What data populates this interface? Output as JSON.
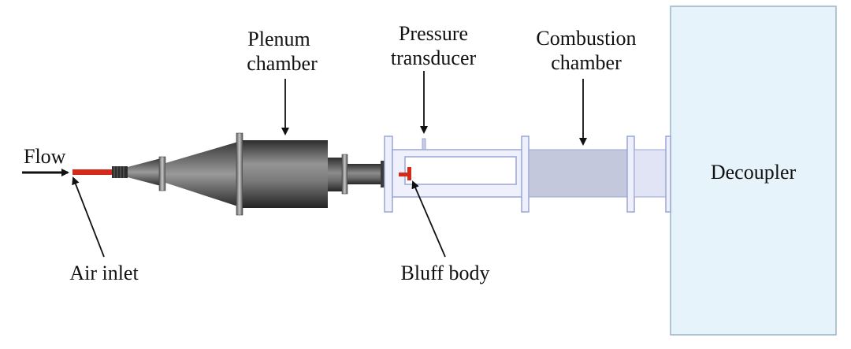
{
  "labels": {
    "flow": "Flow",
    "air_inlet": "Air inlet",
    "plenum_line1": "Plenum",
    "plenum_line2": "chamber",
    "pressure_line1": "Pressure",
    "pressure_line2": "transducer",
    "combustion_line1": "Combustion",
    "combustion_line2": "chamber",
    "bluff_body": "Bluff body",
    "decoupler": "Decoupler"
  },
  "colors": {
    "inlet_red": "#d42a1a",
    "metal_dark": "#4a4a4a",
    "metal_light": "#bdbdbd",
    "glass_outline": "#9aa6d4",
    "glass_fill": "#eef0fb",
    "combustion_fill": "#c3c8dd",
    "decoupler_fill": "#e6f3fb",
    "decoupler_edge": "#9ab4c8",
    "arrow": "#111111"
  }
}
